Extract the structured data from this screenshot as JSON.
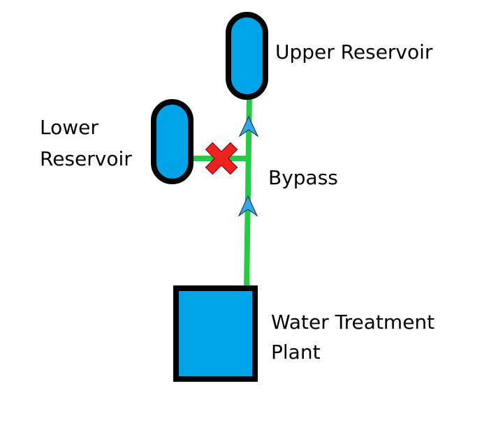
{
  "labels": {
    "upper_reservoir": "Upper Reservoir",
    "lower_reservoir_line1": "Lower",
    "lower_reservoir_line2": "Reservoir",
    "bypass": "Bypass",
    "plant_line1": "Water Treatment",
    "plant_line2": "Plant"
  },
  "colors": {
    "tank_fill": "#00a2e8",
    "outline": "#000000",
    "pipe": "#22cc44",
    "closed_valve": "#ee2222",
    "flow_arrow": "#33a8e8"
  },
  "icons": {
    "flow_arrow": "up-arrow-icon",
    "closed_valve": "x-mark-icon"
  }
}
